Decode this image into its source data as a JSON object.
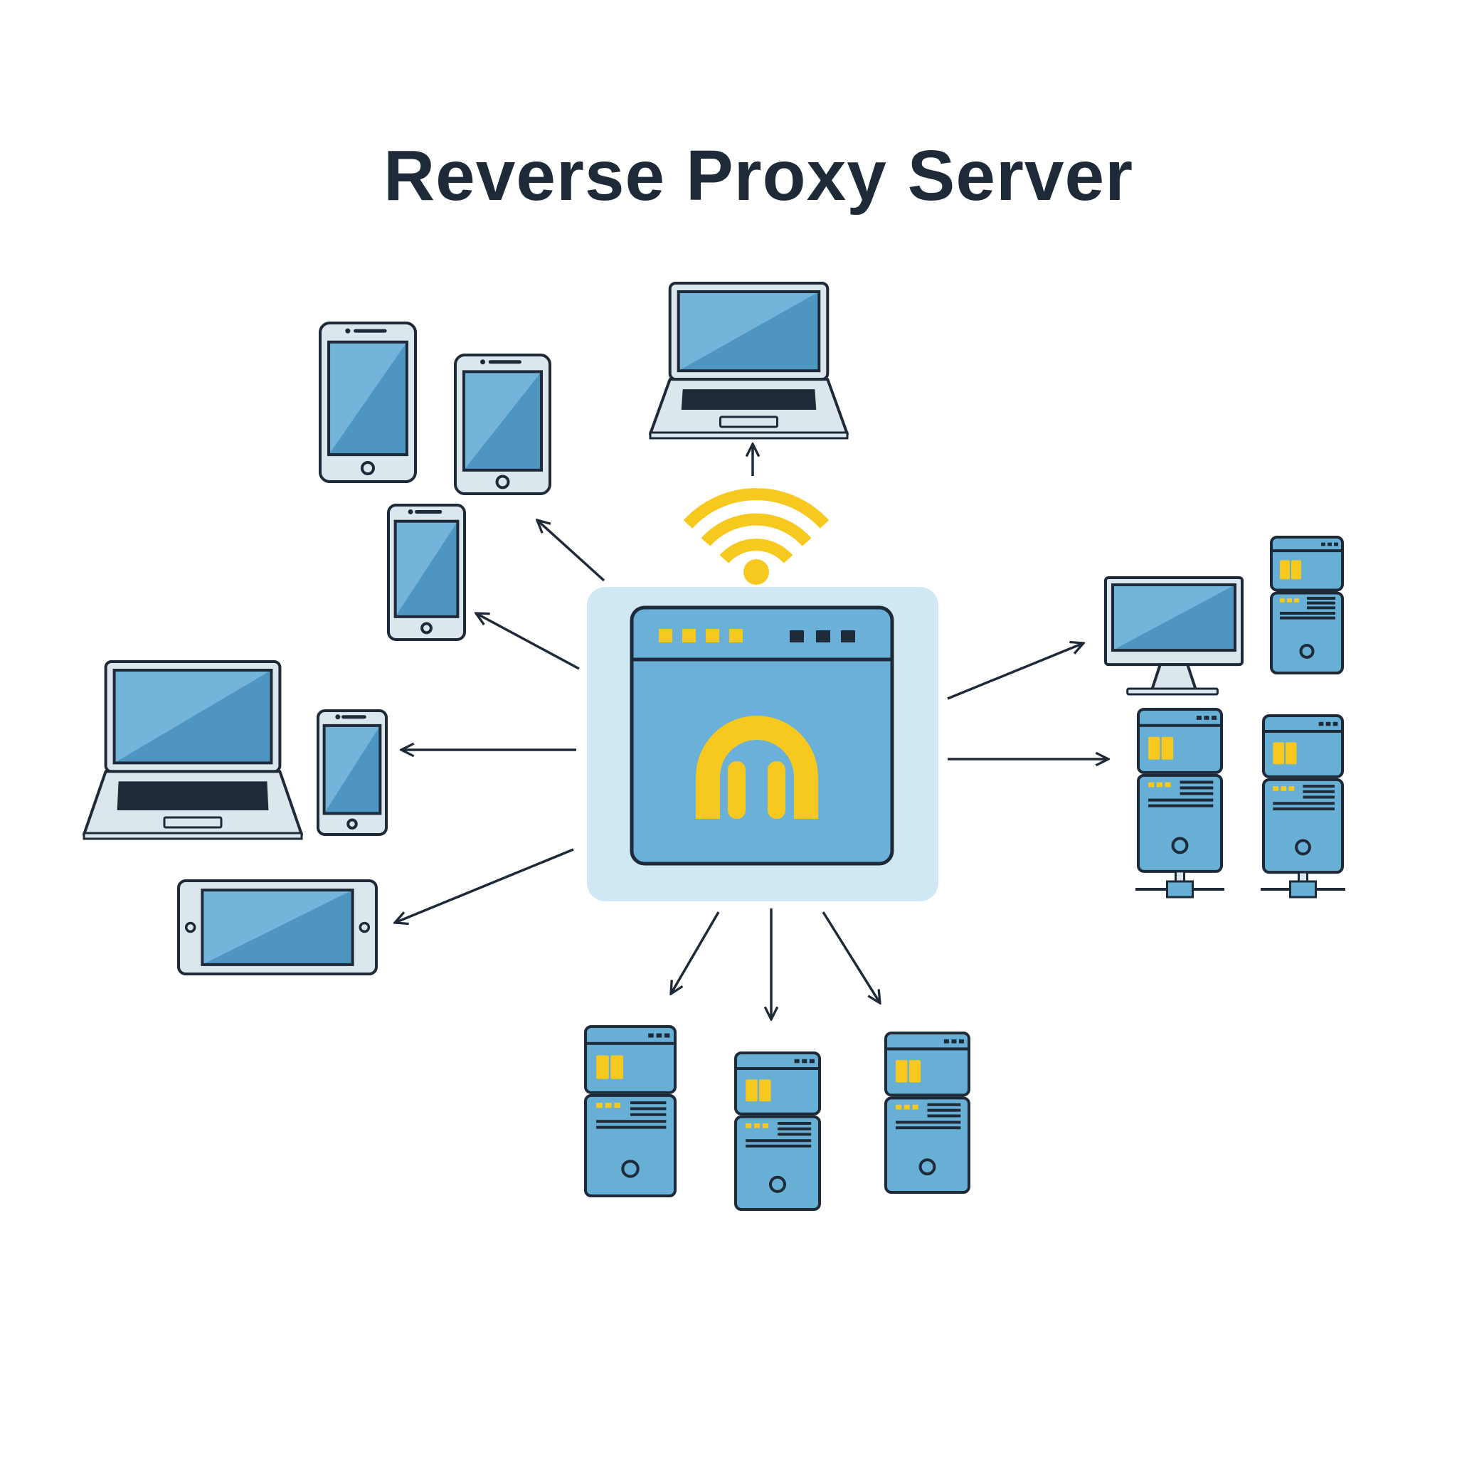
{
  "title": "Reverse Proxy Server",
  "colors": {
    "stroke": "#1e2a38",
    "screen_light": "#74b4db",
    "screen_dark": "#4a90bd",
    "device_body": "#dce6ed",
    "server_fill": "#68afd6",
    "proxy_panel": "#d0e7f4",
    "proxy_window": "#6ab0d8",
    "accent_yellow": "#f7c81e"
  },
  "center": {
    "label": "reverse-proxy",
    "icon": "gateway-arch-icon",
    "signal_icon": "wifi-icon"
  },
  "clients": [
    {
      "type": "laptop",
      "name": "laptop-top"
    },
    {
      "type": "phone",
      "name": "phone-large"
    },
    {
      "type": "tablet",
      "name": "tablet-portrait"
    },
    {
      "type": "phone",
      "name": "phone-small"
    },
    {
      "type": "laptop",
      "name": "laptop-left"
    },
    {
      "type": "phone",
      "name": "phone-left"
    },
    {
      "type": "tablet-landscape",
      "name": "tablet-landscape"
    }
  ],
  "backends": [
    {
      "type": "monitor",
      "name": "desktop-monitor"
    },
    {
      "type": "server",
      "name": "server-top-right"
    },
    {
      "type": "server",
      "name": "server-right-1",
      "networked": true
    },
    {
      "type": "server",
      "name": "server-right-2",
      "networked": true
    },
    {
      "type": "server",
      "name": "server-bottom-1"
    },
    {
      "type": "server",
      "name": "server-bottom-2"
    },
    {
      "type": "server",
      "name": "server-bottom-3"
    }
  ],
  "connections": [
    {
      "from": "proxy",
      "to": "laptop-top"
    },
    {
      "from": "proxy",
      "to": "tablet-portrait"
    },
    {
      "from": "proxy",
      "to": "phone-small"
    },
    {
      "from": "proxy",
      "to": "phone-left"
    },
    {
      "from": "proxy",
      "to": "tablet-landscape"
    },
    {
      "from": "proxy",
      "to": "desktop-monitor"
    },
    {
      "from": "proxy",
      "to": "server-right-1"
    },
    {
      "from": "proxy",
      "to": "server-bottom-1"
    },
    {
      "from": "proxy",
      "to": "server-bottom-2"
    },
    {
      "from": "proxy",
      "to": "server-bottom-3"
    }
  ]
}
